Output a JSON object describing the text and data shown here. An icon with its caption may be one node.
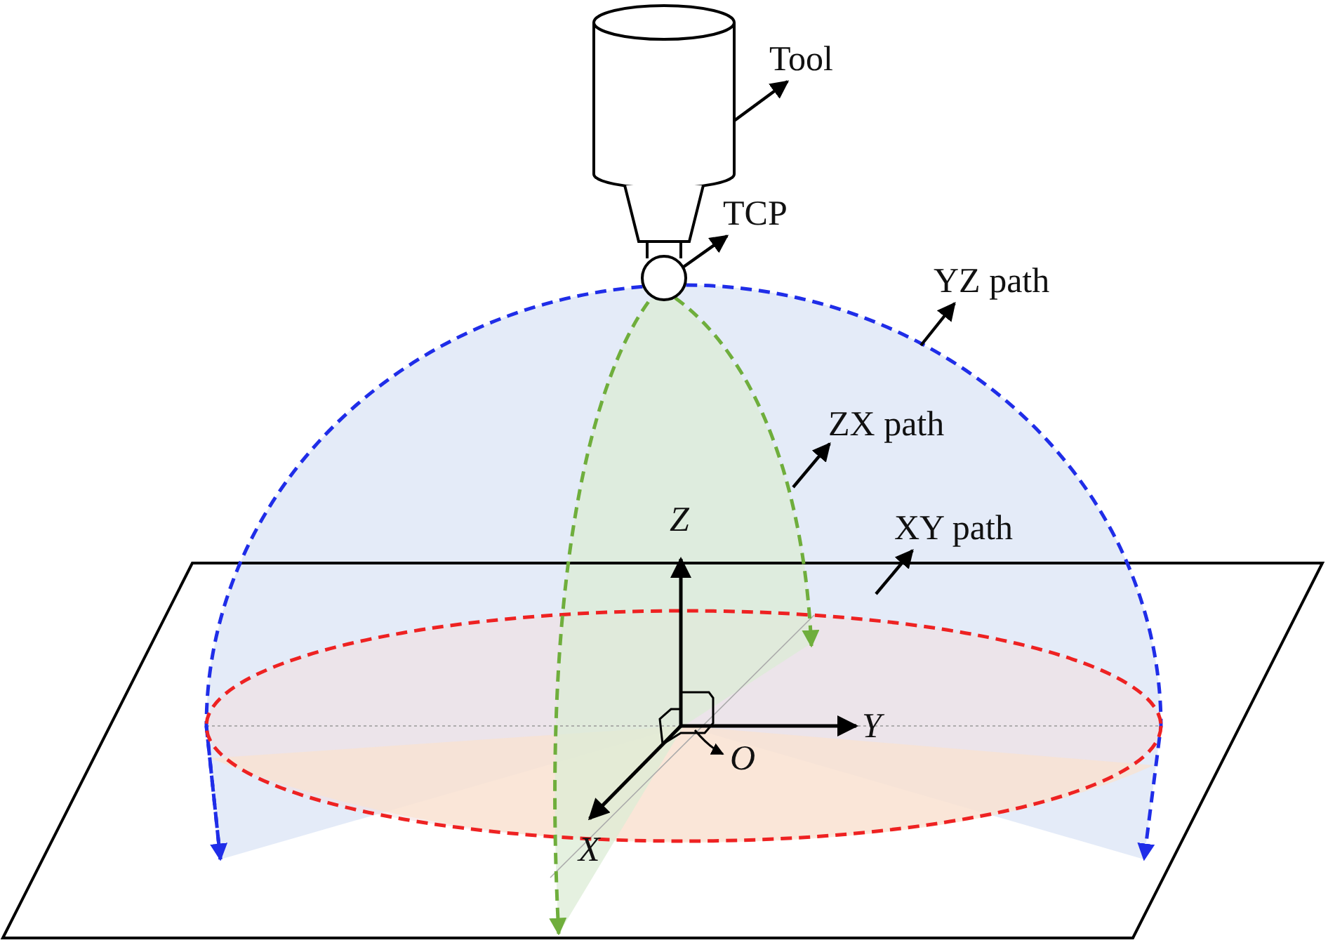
{
  "diagram": {
    "nodes": [
      {
        "text": [
          "Tool"
        ]
      },
      {
        "text": [
          "TCP"
        ]
      },
      {
        "text": [
          "YZ path"
        ]
      },
      {
        "text": [
          "ZX path"
        ]
      },
      {
        "text": [
          "XY path"
        ]
      },
      {
        "text": [],
        "shape": "cylinder"
      },
      {
        "text": [],
        "shape": "circle"
      }
    ],
    "edges": [
      {
        "from": 5,
        "to": 0,
        "arrow": "to"
      },
      {
        "from": 6,
        "to": 1,
        "arrow": "to"
      },
      {
        "from": null,
        "to": 2,
        "arrow": "to"
      },
      {
        "from": null,
        "to": 3,
        "arrow": "to"
      },
      {
        "from": null,
        "to": 4,
        "arrow": "to"
      }
    ],
    "labels": [
      "Z",
      "Y",
      "O",
      "X"
    ]
  }
}
